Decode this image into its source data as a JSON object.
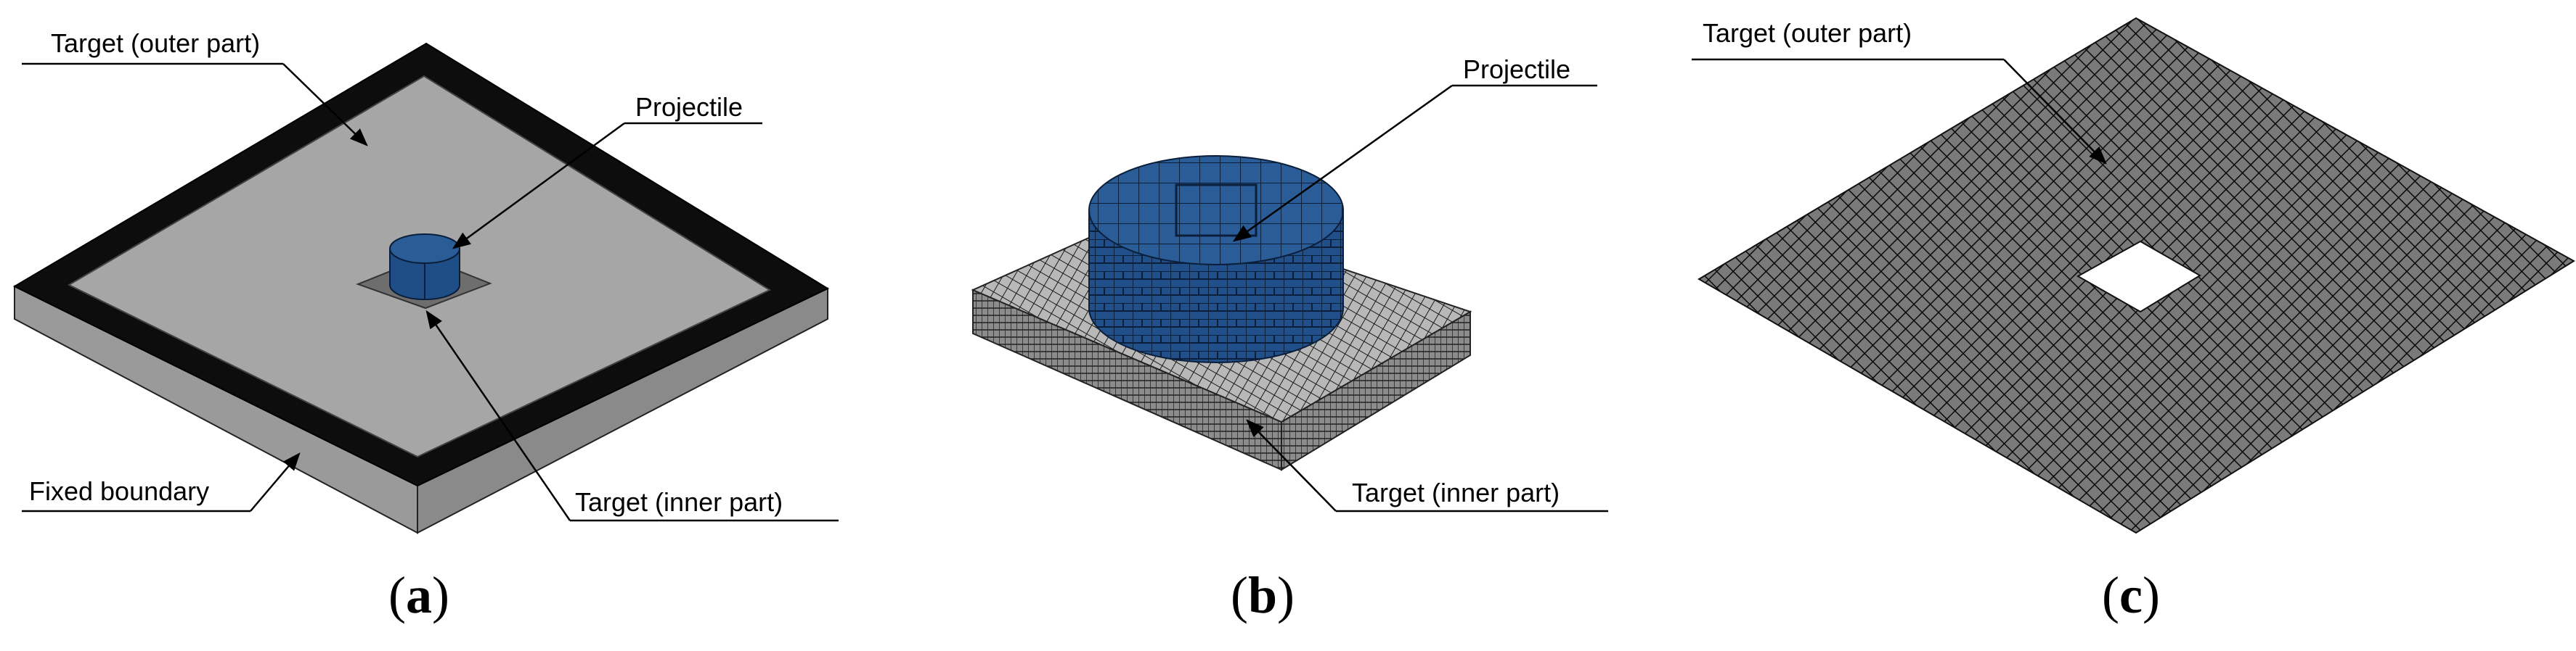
{
  "panels": [
    {
      "id": "a",
      "caption_open": "(",
      "caption_letter": "a",
      "caption_close": ")",
      "labels": {
        "target_outer": "Target (outer part)",
        "projectile": "Projectile",
        "fixed_boundary": "Fixed boundary",
        "target_inner": "Target (inner part)"
      }
    },
    {
      "id": "b",
      "caption_open": "(",
      "caption_letter": "b",
      "caption_close": ")",
      "labels": {
        "projectile": "Projectile",
        "target_inner": "Target (inner part)"
      }
    },
    {
      "id": "c",
      "caption_open": "(",
      "caption_letter": "c",
      "caption_close": ")",
      "labels": {
        "target_outer": "Target (outer part)"
      }
    }
  ],
  "colors": {
    "projectile_blue": "#1f4e87",
    "projectile_top": "#2a5c98",
    "plate_gray": "#a6a6a6",
    "frame_black": "#0d0d0d",
    "mesh_dark": "#262626"
  }
}
